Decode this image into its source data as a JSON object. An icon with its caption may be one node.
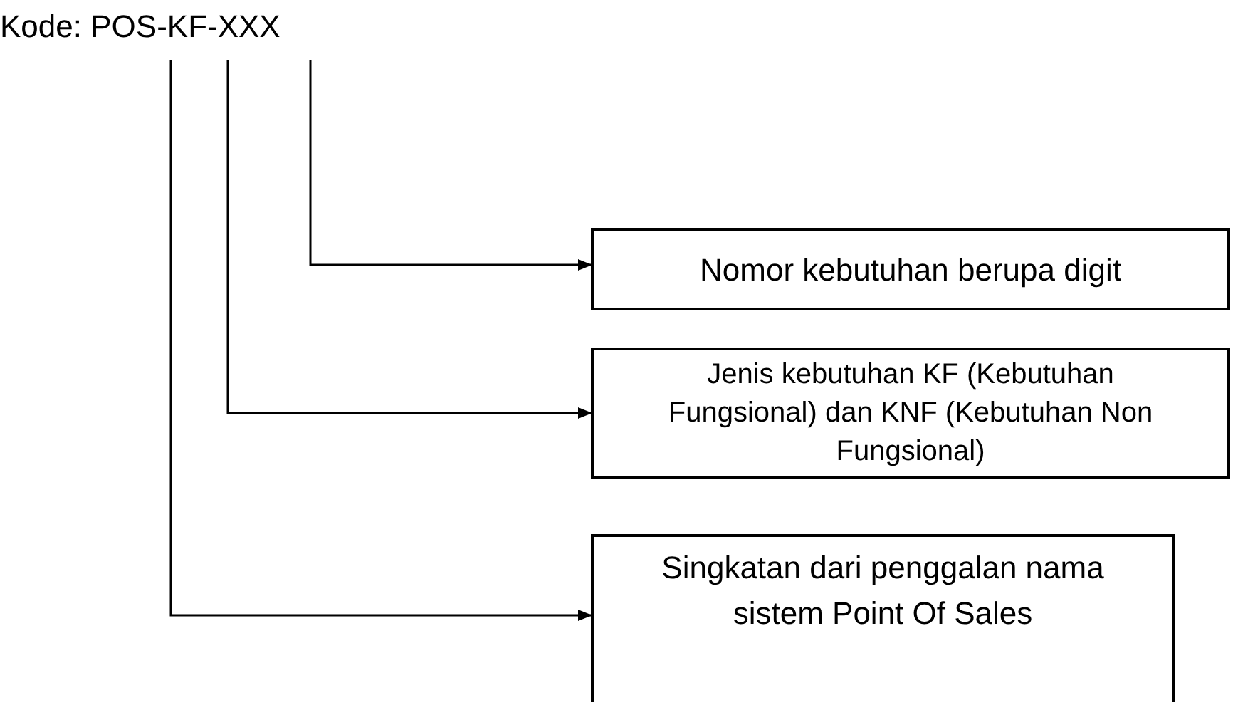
{
  "diagram": {
    "nodes": [
      {
        "text": [
          "Kode: POS-KF-XXX"
        ]
      },
      {
        "text": [
          "Nomor kebutuhan berupa digit"
        ]
      },
      {
        "text": [
          "Jenis kebutuhan KF (Kebutuhan Fungsional) dan KNF (Kebutuhan Non Fungsional)"
        ]
      },
      {
        "text": [
          "Singkatan dari penggalan nama sistem Point Of Sales"
        ]
      }
    ],
    "edges": [
      {
        "from": 0,
        "to": 1,
        "arrow": "to"
      },
      {
        "from": 0,
        "to": 2,
        "arrow": "to"
      },
      {
        "from": 0,
        "to": 3,
        "arrow": "to"
      }
    ]
  }
}
